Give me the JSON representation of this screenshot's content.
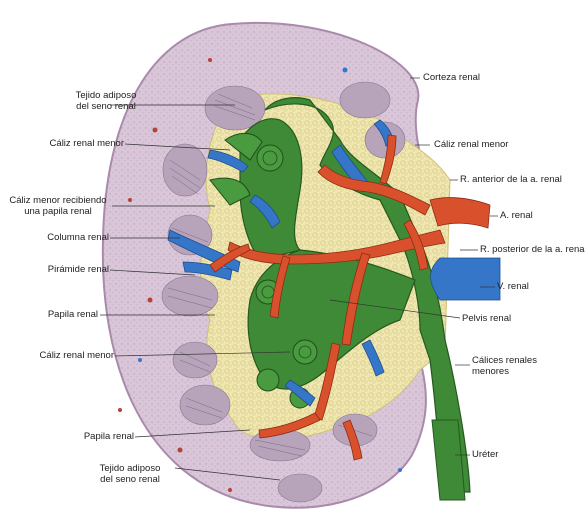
{
  "labels": {
    "corteza_renal": "Corteza renal",
    "tejido_adiposo_top": "Tejido adiposo\ndel seno renal",
    "caliz_menor_left_top": "Cáliz renal menor",
    "caliz_menor_right": "Cáliz renal menor",
    "caliz_menor_recibiendo": "Cáliz menor recibiendo\nuna papila renal",
    "r_anterior": "R. anterior de la a. renal",
    "a_renal": "A. renal",
    "columna_renal": "Columna renal",
    "r_posterior": "R. posterior de la a. renal",
    "piramide_renal": "Pirámide renal",
    "v_renal": "V. renal",
    "papila_renal_left": "Papila renal",
    "pelvis_renal": "Pelvis renal",
    "caliz_menor_left_bottom": "Cáliz renal menor",
    "calices_mayores": "Cálices renales\nmenores",
    "papila_renal_bottom": "Papila renal",
    "ureter": "Uréter",
    "tejido_adiposo_bottom": "Tejido adiposo\ndel seno renal"
  },
  "colors": {
    "cortex": "#d9c6d9",
    "cortex_edge": "#b79ab7",
    "fat": "#efe6b0",
    "pelvis": "#3f8a36",
    "pelvis_dark": "#245a1f",
    "artery": "#d8512c",
    "vein": "#3576c9",
    "pyramid": "#9d8aa3",
    "leader": "#333333"
  }
}
